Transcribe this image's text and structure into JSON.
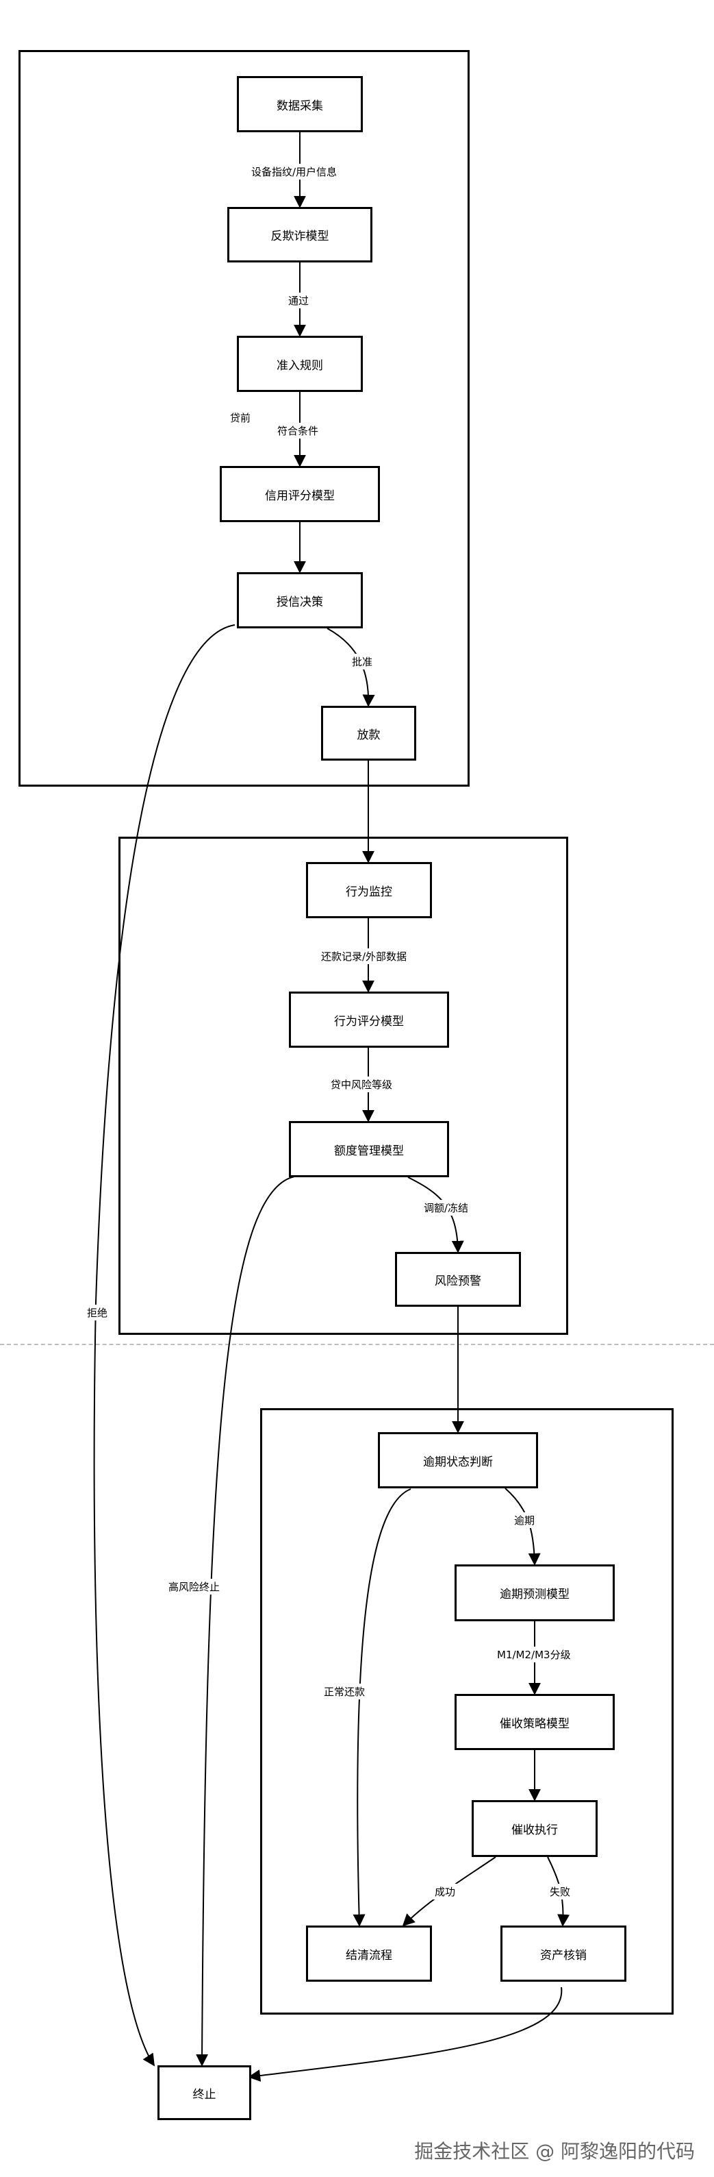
{
  "nodes": {
    "data_collect": "数据采集",
    "anti_fraud": "反欺诈模型",
    "access_rules": "准入规则",
    "credit_score": "信用评分模型",
    "credit_decision": "授信决策",
    "loan": "放款",
    "behavior_monitor": "行为监控",
    "behavior_score": "行为评分模型",
    "limit_mgmt": "额度管理模型",
    "risk_alert": "风险预警",
    "overdue_judge": "逾期状态判断",
    "overdue_predict": "逾期预测模型",
    "collection_strategy": "催收策略模型",
    "collection_exec": "催收执行",
    "settle": "结清流程",
    "asset_writeoff": "资产核销",
    "terminate": "终止"
  },
  "labels": {
    "device_info": "设备指纹/用户信息",
    "pass": "通过",
    "pre_loan": "贷前",
    "qualified": "符合条件",
    "approve": "批准",
    "reject": "拒绝",
    "repay_data": "还款记录/外部数据",
    "risk_level": "贷中风险等级",
    "adjust_freeze": "调额/冻结",
    "high_risk_stop": "高风险终止",
    "overdue": "逾期",
    "normal_repay": "正常还款",
    "grade": "M1/M2/M3分级",
    "success": "成功",
    "fail": "失败"
  },
  "footer": "掘金技术社区 @ 阿黎逸阳的代码"
}
